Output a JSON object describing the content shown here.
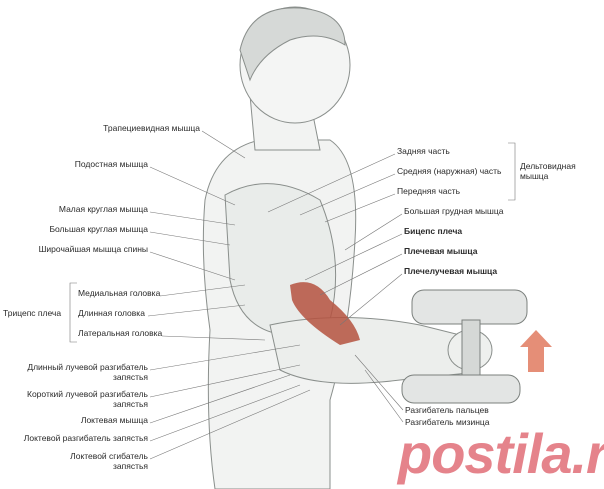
{
  "left_labels": {
    "trapezius": "Трапециевидная мышца",
    "infraspinatus": "Подостная мышца",
    "teres_minor": "Малая круглая мышца",
    "teres_major": "Большая круглая мышца",
    "latissimus": "Широчайшая мышца спины",
    "triceps": "Трицепс плеча",
    "triceps_medial": "Медиальная головка",
    "triceps_long": "Длинная головка",
    "triceps_lateral": "Латеральная головка",
    "ecrl_1": "Длинный лучевой разгибатель",
    "ecrl_2": "запястья",
    "ecrb_1": "Короткий лучевой разгибатель",
    "ecrb_2": "запястья",
    "anconeus": "Локтевая мышца",
    "ecu": "Локтевой разгибатель запястья",
    "fcu_1": "Локтевой сгибатель",
    "fcu_2": "запястья"
  },
  "right_labels": {
    "deltoid_posterior": "Задняя часть",
    "deltoid_middle": "Средняя (наружная) часть",
    "deltoid_anterior": "Передняя часть",
    "deltoid": "Дельтовидная мышца",
    "pectoralis": "Большая грудная мышца",
    "biceps": "Бицепс плеча",
    "brachialis": "Плечевая мышца",
    "brachioradialis": "Плечелучевая мышца",
    "ext_digitorum": "Разгибатель пальцев",
    "ext_digiti_minimi": "Разгибатель мизинца"
  },
  "watermark": "postila.ru",
  "colors": {
    "highlight_muscle": "#b5523f",
    "arrow": "#e07a5f",
    "watermark": "#dc5a64"
  }
}
